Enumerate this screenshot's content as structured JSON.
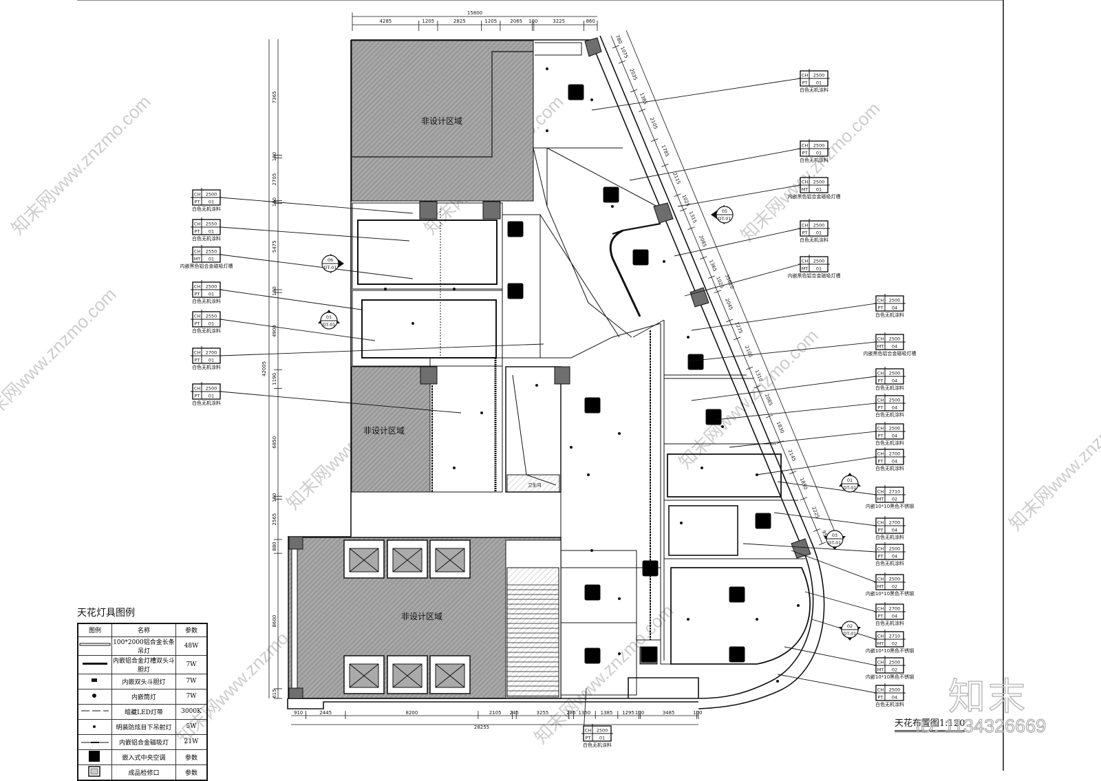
{
  "drawing": {
    "title": "天花布置图1:120",
    "legend_title": "天花灯具图例",
    "room_labels": {
      "non_design_1": "非设计区域",
      "non_design_2": "非设计区域",
      "non_design_3": "非设计区域",
      "toilet": "卫生间"
    }
  },
  "legend": {
    "headers": [
      "图例",
      "名称",
      "参数"
    ],
    "rows": [
      {
        "icon": "linear-pendant-icon",
        "name": "100*2000铝合金长条吊灯",
        "value": "48W"
      },
      {
        "icon": "trough-double-spot-icon",
        "name": "内嵌铝合金灯槽双头斗胆灯",
        "value": "7W"
      },
      {
        "icon": "double-spot-icon",
        "name": "内嵌双头斗胆灯",
        "value": "7W"
      },
      {
        "icon": "downlight-icon",
        "name": "内嵌筒灯",
        "value": "7W"
      },
      {
        "icon": "led-strip-icon",
        "name": "暗藏LED灯带",
        "value": "3000K"
      },
      {
        "icon": "surface-spot-icon",
        "name": "明装防炫目下吊射灯",
        "value": "5W"
      },
      {
        "icon": "magnetic-light-icon",
        "name": "内嵌铝合金磁吸灯",
        "value": "21W"
      },
      {
        "icon": "ac-unit-icon",
        "name": "嵌入式中央空调",
        "value": "参数"
      },
      {
        "icon": "access-panel-icon",
        "name": "成品检修口",
        "value": "参数"
      }
    ]
  },
  "dimensions": {
    "top_total": "15800",
    "top": [
      "4285",
      "1205",
      "2825",
      "1205",
      "2065",
      "100",
      "3225",
      "860"
    ],
    "left_total": "42005",
    "left": [
      "7365",
      "180",
      "2705",
      "180",
      "5475",
      "180",
      "4900",
      "1190",
      "6850",
      "180",
      "2565",
      "880",
      "8600",
      "615"
    ],
    "bottom_total": "28255",
    "bottom": [
      "910",
      "2445",
      "8200",
      "2105",
      "245",
      "3255",
      "285",
      "1350",
      "1385",
      "1295",
      "100",
      "3485",
      "100"
    ],
    "diagonal_total": "35610",
    "diagonal": [
      "780",
      "1075",
      "2035",
      "1385",
      "2105",
      "1785",
      "2115",
      "1025",
      "1315",
      "2085",
      "1365",
      "1025",
      "2045",
      "1275",
      "2105",
      "1310",
      "2085",
      "1830",
      "2145",
      "1850",
      "2225",
      "950"
    ]
  },
  "tags": {
    "left": [
      {
        "ch": "2500",
        "code": "PT",
        "num": "01",
        "desc": "白色无机涂料"
      },
      {
        "ch": "2550",
        "code": "PT",
        "num": "01",
        "desc": "白色无机涂料"
      },
      {
        "ch": "2550",
        "code": "MT",
        "num": "01",
        "desc": "内嵌黑色铝合金磁吸灯槽"
      },
      {
        "ch": "2500",
        "code": "PT",
        "num": "01",
        "desc": "白色无机涂料"
      },
      {
        "ch": "2550",
        "code": "PT",
        "num": "01",
        "desc": "白色无机涂料"
      },
      {
        "ch": "2700",
        "code": "PT",
        "num": "01",
        "desc": "白色无机涂料"
      },
      {
        "ch": "2500",
        "code": "PT",
        "num": "01",
        "desc": "白色无机涂料"
      }
    ],
    "right_upper": [
      {
        "ch": "2500",
        "code": "PT",
        "num": "01",
        "desc": "白色无机涂料"
      },
      {
        "ch": "2500",
        "code": "PT",
        "num": "01",
        "desc": "白色无机涂料"
      },
      {
        "ch": "2500",
        "code": "MT",
        "num": "01",
        "desc": "内嵌黑色铝合金磁吸灯槽"
      },
      {
        "ch": "2500",
        "code": "PT",
        "num": "01",
        "desc": "白色无机涂料"
      },
      {
        "ch": "2500",
        "code": "MT",
        "num": "01",
        "desc": "内嵌黑色铝合金磁吸灯槽"
      }
    ],
    "right_lower": [
      {
        "ch": "2500",
        "code": "PT",
        "num": "04",
        "desc": "白色无机涂料"
      },
      {
        "ch": "2500",
        "code": "MT",
        "num": "04",
        "desc": "内嵌黑色铝合金磁吸灯槽"
      },
      {
        "ch": "2500",
        "code": "PT",
        "num": "04",
        "desc": "白色无机涂料"
      },
      {
        "ch": "2500",
        "code": "PT",
        "num": "04",
        "desc": "白色无机涂料"
      },
      {
        "ch": "2500",
        "code": "PT",
        "num": "04",
        "desc": "白色无机涂料"
      },
      {
        "ch": "2700",
        "code": "PT",
        "num": "04",
        "desc": "白色无机涂料"
      },
      {
        "ch": "2710",
        "code": "MT",
        "num": "02",
        "desc": "内嵌10*10黑色不锈钢"
      },
      {
        "ch": "2700",
        "code": "PT",
        "num": "04",
        "desc": "白色无机涂料"
      },
      {
        "ch": "2500",
        "code": "PT",
        "num": "04",
        "desc": "白色无机涂料"
      },
      {
        "ch": "2500",
        "code": "MT",
        "num": "02",
        "desc": "内嵌10*10黑色不锈钢"
      },
      {
        "ch": "2700",
        "code": "PT",
        "num": "04",
        "desc": "白色无机涂料"
      },
      {
        "ch": "2710",
        "code": "MT",
        "num": "02",
        "desc": "内嵌10*10黑色不锈钢"
      },
      {
        "ch": "2500",
        "code": "MT",
        "num": "02",
        "desc": "内嵌10*10黑色不锈钢"
      },
      {
        "ch": "2500",
        "code": "PT",
        "num": "04",
        "desc": "白色无机涂料"
      }
    ],
    "bottom": [
      {
        "ch": "2500",
        "code": "PT",
        "num": "01",
        "desc": "白色无机涂料"
      }
    ]
  },
  "section_markers": [
    {
      "num": "06",
      "sheet": "DT-01"
    },
    {
      "num": "01",
      "sheet": "DT-01"
    },
    {
      "num": "05",
      "sheet": "DT-01"
    },
    {
      "num": "01",
      "sheet": "DT-01"
    },
    {
      "num": "03",
      "sheet": "DT-01"
    },
    {
      "num": "02",
      "sheet": "DT-01"
    }
  ],
  "watermark": {
    "logo": "知末",
    "id": "ID: 1134326669",
    "site": "知末网www.znzmo.com"
  },
  "colors": {
    "line": "#111111",
    "hatch": "#8a8a8a",
    "column": "#6e6e6e"
  }
}
